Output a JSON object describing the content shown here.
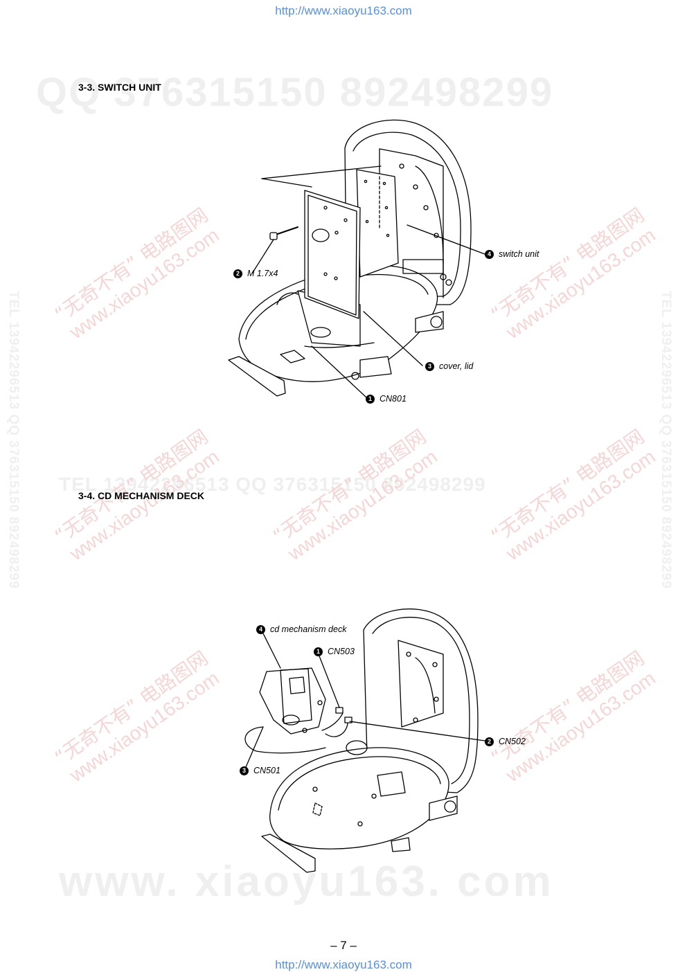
{
  "header_url": "http://www.xiaoyu163.com",
  "footer_url": "http://www.xiaoyu163.com",
  "watermarks": {
    "qq_row": "QQ 376315150   892498299",
    "tel_row": "TEL 13942296513   QQ 376315150   892498299",
    "www_row": "www. xiaoyu163. com",
    "vertical_left": "TEL 13942296513  QQ 376315150  892498299",
    "vertical_right": "TEL 13942296513  QQ 376315150  892498299",
    "cn_text": "“无奇不有” 电路图网",
    "cn_url": "www.xiaoyu163.com"
  },
  "section1": {
    "title": "3-3. SWITCH UNIT",
    "labels": [
      {
        "num": "4",
        "text": "switch unit"
      },
      {
        "num": "2",
        "text": "M 1.7x4"
      },
      {
        "num": "3",
        "text": "cover, lid"
      },
      {
        "num": "1",
        "text": "CN801"
      }
    ]
  },
  "section2": {
    "title": "3-4. CD MECHANISM DECK",
    "labels": [
      {
        "num": "4",
        "text": "cd mechanism deck"
      },
      {
        "num": "1",
        "text": "CN503"
      },
      {
        "num": "2",
        "text": "CN502"
      },
      {
        "num": "3",
        "text": "CN501"
      }
    ]
  },
  "page_number": "– 7 –"
}
